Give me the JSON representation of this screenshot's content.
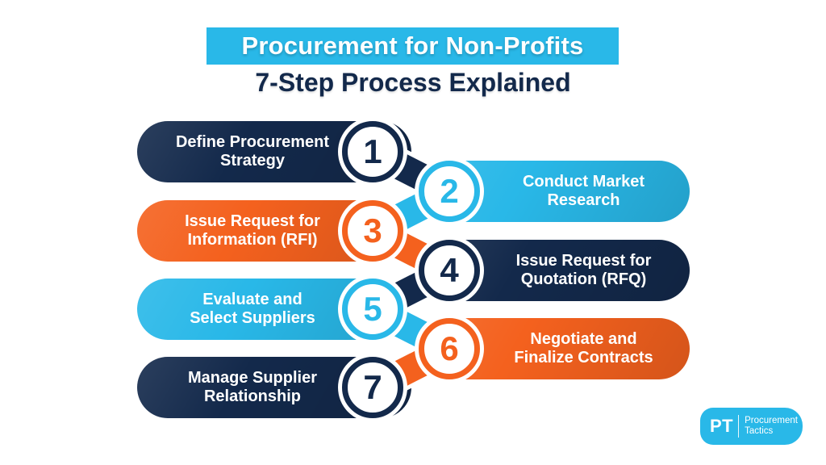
{
  "palette": {
    "navy": "#13294B",
    "cyan": "#29B8E8",
    "orange": "#F4611E",
    "background": "#FFFFFF"
  },
  "header": {
    "title": "Procurement for Non-Profits",
    "subtitle": "7-Step Process Explained"
  },
  "steps": [
    {
      "number": "1",
      "color": "navy",
      "side": "left",
      "line1": "Define Procurement",
      "line2": "Strategy"
    },
    {
      "number": "2",
      "color": "cyan",
      "side": "right",
      "line1": "Conduct Market",
      "line2": "Research"
    },
    {
      "number": "3",
      "color": "orange",
      "side": "left",
      "line1": "Issue Request for",
      "line2": "Information (RFI)"
    },
    {
      "number": "4",
      "color": "navy",
      "side": "right",
      "line1": "Issue Request for",
      "line2": "Quotation (RFQ)"
    },
    {
      "number": "5",
      "color": "cyan",
      "side": "left",
      "line1": "Evaluate and",
      "line2": "Select Suppliers"
    },
    {
      "number": "6",
      "color": "orange",
      "side": "right",
      "line1": "Negotiate and",
      "line2": "Finalize Contracts"
    },
    {
      "number": "7",
      "color": "navy",
      "side": "left",
      "line1": "Manage Supplier",
      "line2": "Relationship"
    }
  ],
  "logo": {
    "monogram": "PT",
    "name_line1": "Procurement",
    "name_line2": "Tactics"
  }
}
